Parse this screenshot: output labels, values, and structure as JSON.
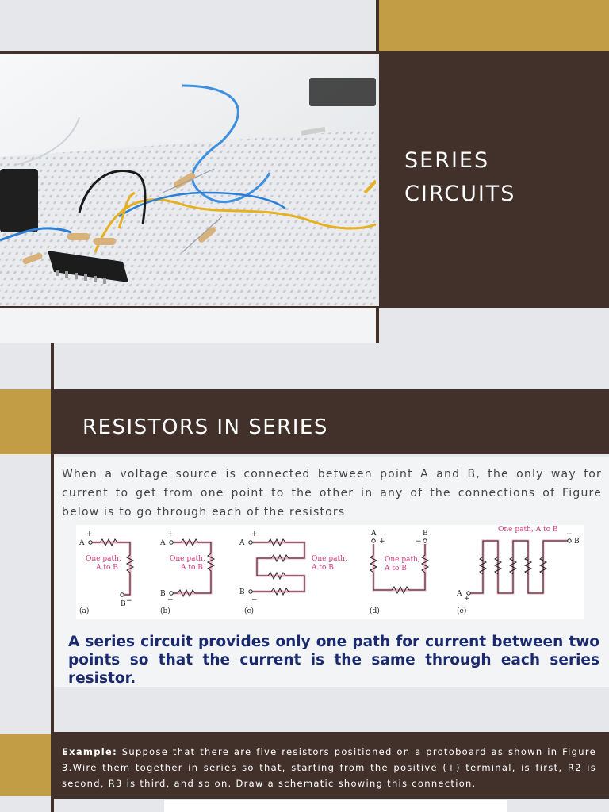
{
  "slide1": {
    "title_line1": "SERIES",
    "title_line2": "CIRCUITS",
    "image": "breadboard-photo"
  },
  "slide2": {
    "title": "RESISTORS IN SERIES",
    "paragraph": "When a voltage source is connected between point A and B, the only way for current to get from one point to the other in any of the connections of Figure below is to go through each of the resistors",
    "figure": {
      "panels": [
        {
          "label": "(a)",
          "path_text_1": "One path,",
          "path_text_2": "A to B"
        },
        {
          "label": "(b)",
          "path_text_1": "One path,",
          "path_text_2": "A to B"
        },
        {
          "label": "(c)",
          "path_text_1": "One path,",
          "path_text_2": "A to B"
        },
        {
          "label": "(d)",
          "path_text_1": "One path,",
          "path_text_2": "A to B"
        },
        {
          "label": "(e)",
          "path_text_1": "One path, A to B"
        }
      ],
      "node_a": "A",
      "node_b": "B",
      "plus": "+",
      "minus": "−"
    },
    "emphasis": "A series circuit provides only one path for current between two points so that the current is the same through each series resistor."
  },
  "slide3": {
    "example_label": "Example:",
    "example_text": " Suppose that there are five resistors positioned on a protoboard as shown in Figure 3.Wire them together in series so that, starting from the positive (+) terminal, is first, R2 is second, R3 is third, and so on. Draw a schematic showing this connection."
  },
  "colors": {
    "brown": "#42312a",
    "gold": "#c29d45",
    "gray": "#e6e7ea",
    "navy_text": "#1a2a6e",
    "path_pink": "#e8a0b5"
  }
}
